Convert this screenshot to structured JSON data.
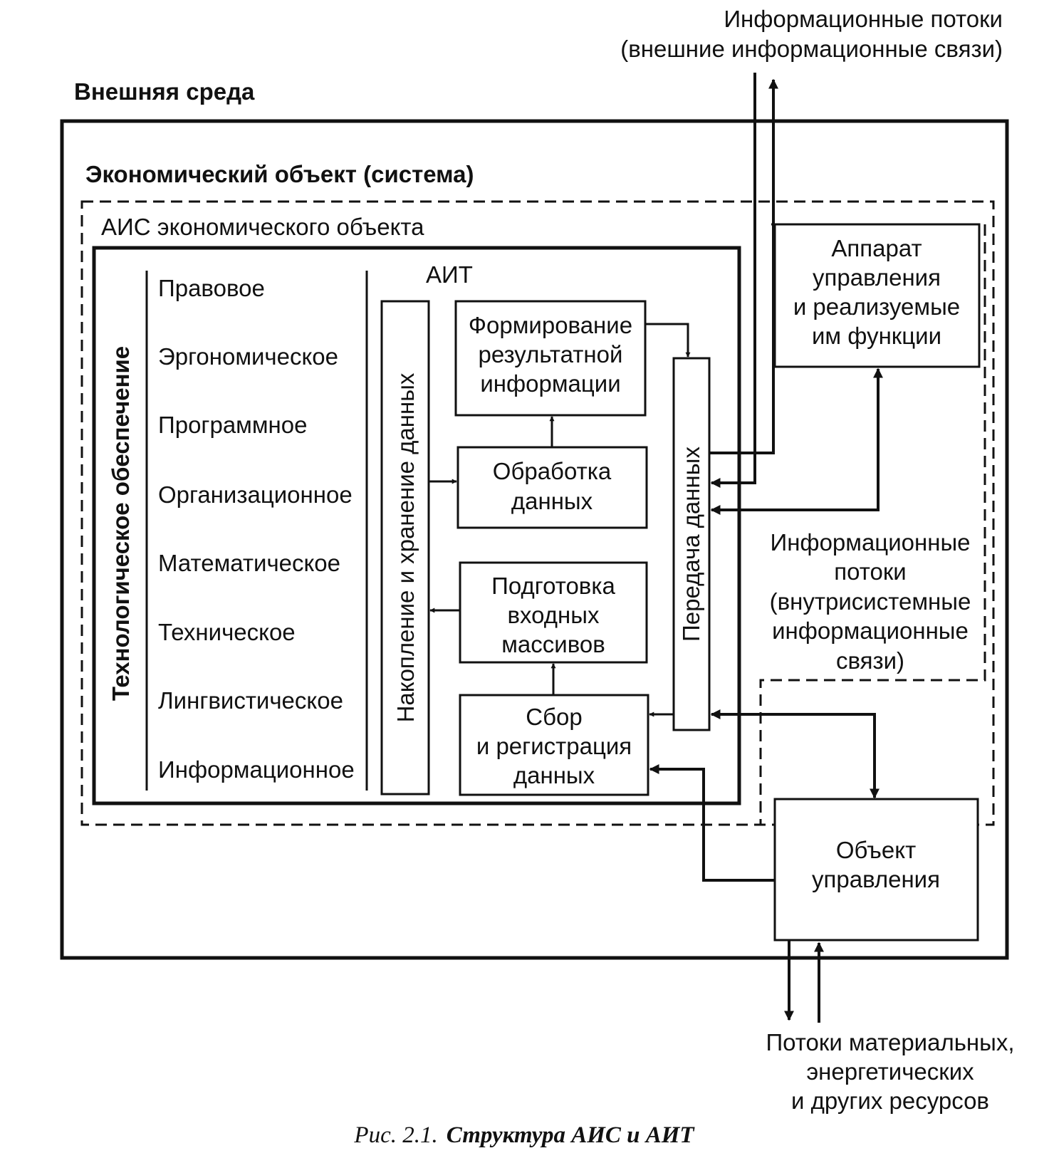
{
  "external_flows": {
    "line1": "Информационные потоки",
    "line2": "(внешние информационные связи)"
  },
  "environment_label": "Внешняя среда",
  "object_label": "Экономический объект (система)",
  "ais_label": "АИС экономического объекта",
  "ait_label": "АИТ",
  "tech_support_label": "Технологическое обеспечение",
  "support_items": [
    "Правовое",
    "Эргономическое",
    "Программное",
    "Организационное",
    "Математическое",
    "Техническое",
    "Лингвистическое",
    "Информационное"
  ],
  "storage_label": "Накопление и хранение данных",
  "transfer_label": "Передача данных",
  "blocks": {
    "forming": [
      "Формирование",
      "результатной",
      "информации"
    ],
    "processing": [
      "Обработка",
      "данных"
    ],
    "preparation": [
      "Подготовка",
      "входных",
      "массивов"
    ],
    "collection": [
      "Сбор",
      "и регистрация",
      "данных"
    ]
  },
  "management": [
    "Аппарат",
    "управления",
    "и реализуемые",
    "им функции"
  ],
  "internal_flows": [
    "Информационные",
    "потоки",
    "(внутрисистемные",
    "информационные",
    "связи)"
  ],
  "control_object": [
    "Объект",
    "управления"
  ],
  "resources": [
    "Потоки материальных,",
    "энергетических",
    "и других ресурсов"
  ],
  "caption": {
    "prefix": "Рис. 2.1.",
    "title": "Структура АИС и АИТ"
  }
}
